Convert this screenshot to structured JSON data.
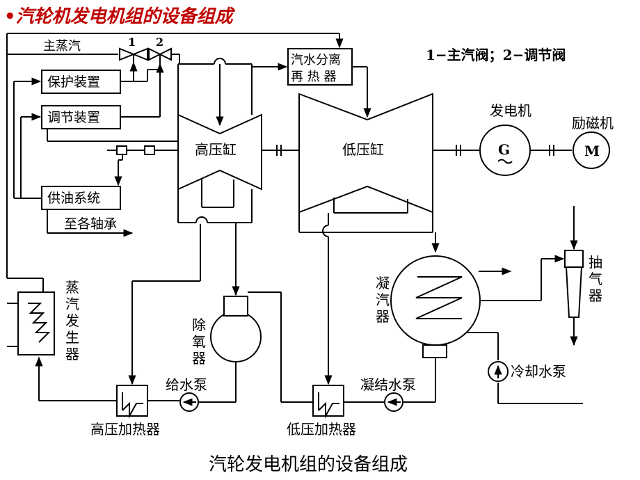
{
  "title": "•汽轮机发电机组的设备组成",
  "legend": "1−主汽阀；2−调节阀",
  "caption": "汽轮发电机组的设备组成",
  "labels": {
    "main_steam": "主蒸汽",
    "valve1": "1",
    "valve2": "2",
    "protection": "保护装置",
    "regulation": "调节装置",
    "oil_system": "供油系统",
    "to_bearings": "至各轴承",
    "separator_line1": "汽水分离",
    "separator_line2": "再 热 器",
    "hp_cylinder": "高压缸",
    "lp_cylinder": "低压缸",
    "generator": "发电机",
    "generator_symbol": "G",
    "exciter": "励磁机",
    "exciter_symbol": "M",
    "steam_generator": "蒸汽发生器",
    "deaerator": "除氧器",
    "condenser": "凝汽器",
    "air_ejector": "抽气器",
    "feed_pump": "给水泵",
    "condensate_pump": "凝结水泵",
    "cooling_pump": "冷却水泵",
    "hp_heater": "高压加热器",
    "lp_heater": "低压加热器"
  },
  "colors": {
    "title": "#c00000",
    "line": "#000000",
    "background": "#ffffff"
  }
}
